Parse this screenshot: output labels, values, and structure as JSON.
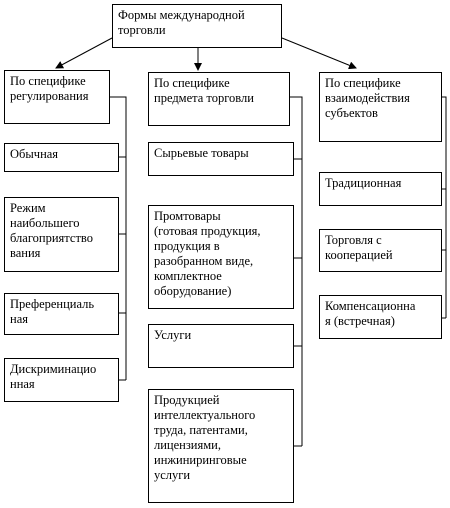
{
  "root": "Формы международной\nторговли",
  "columns": [
    {
      "header": "По специфике\nрегулирования",
      "items": [
        "Обычная",
        "Режим\nнаибольшего\nблагоприятство\nвания",
        "Преференциаль\nная",
        "Дискриминацио\nнная"
      ]
    },
    {
      "header": "По специфике\nпредмета торговли",
      "items": [
        "Сырьевые товары",
        "Промтовары\n(готовая продукция,\nпродукция в\nразобранном виде,\nкомплектное\nоборудование)",
        "Услуги",
        "Продукцией\nинтеллектуального\nтруда, патентами,\nлицензиями,\nинжиниринговые\nуслуги"
      ]
    },
    {
      "header": "По специфике\nвзаимодействия\nсубъектов",
      "items": [
        "Традиционная",
        "Торговля с\nкооперацией",
        "Компенсационна\nя (встречная)"
      ]
    }
  ]
}
